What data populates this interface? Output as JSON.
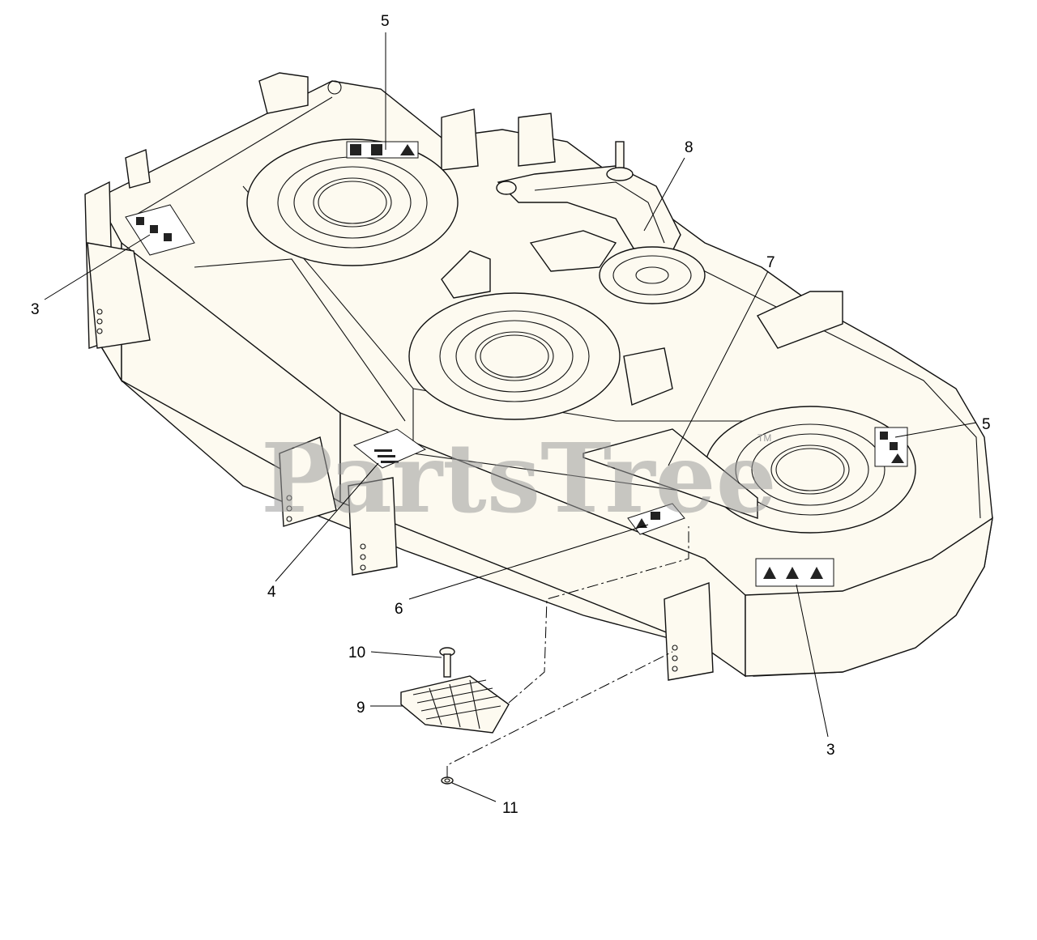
{
  "diagram": {
    "watermark": "PartsTree",
    "watermark_mark": "TM",
    "callouts": [
      "5",
      "8",
      "3",
      "7",
      "5",
      "4",
      "6",
      "3",
      "10",
      "9",
      "11"
    ]
  }
}
